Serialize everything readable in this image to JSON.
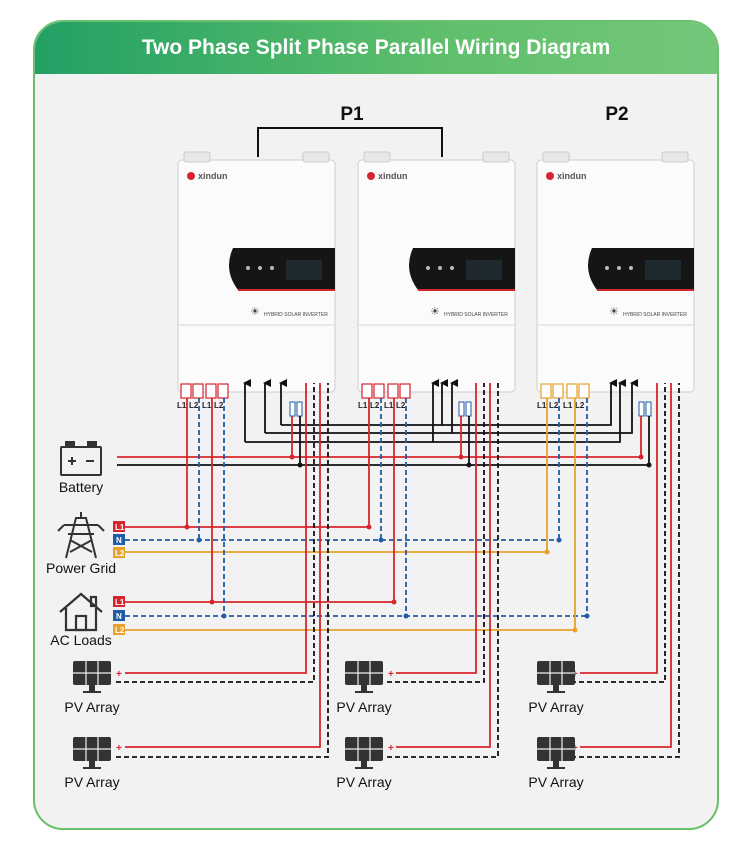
{
  "title": "Two Phase Split Phase Parallel Wiring Diagram",
  "groups": {
    "p1": "P1",
    "p2": "P2"
  },
  "inverter": {
    "brand": "xindun",
    "model_text": "HYBRID SOLAR INVERTER",
    "terminal_labels": [
      "L1",
      "L2",
      "L1",
      "L2"
    ]
  },
  "sources": {
    "battery": "Battery",
    "grid": "Power Grid",
    "loads": "AC Loads",
    "pv": "PV Array"
  },
  "bus_tags": {
    "l1": "L1",
    "n": "N",
    "l2": "L2"
  },
  "pv_sign": "+",
  "colors": {
    "header_start": "#23a065",
    "header_end": "#74c77a",
    "l1_wire": "#d6262d",
    "neutral_wire": "#1f5ba8",
    "l2_wire": "#e7a22a",
    "negative_wire": "#111111"
  },
  "icons": [
    "battery-icon",
    "power-tower-icon",
    "house-icon",
    "solar-panel-icon"
  ]
}
